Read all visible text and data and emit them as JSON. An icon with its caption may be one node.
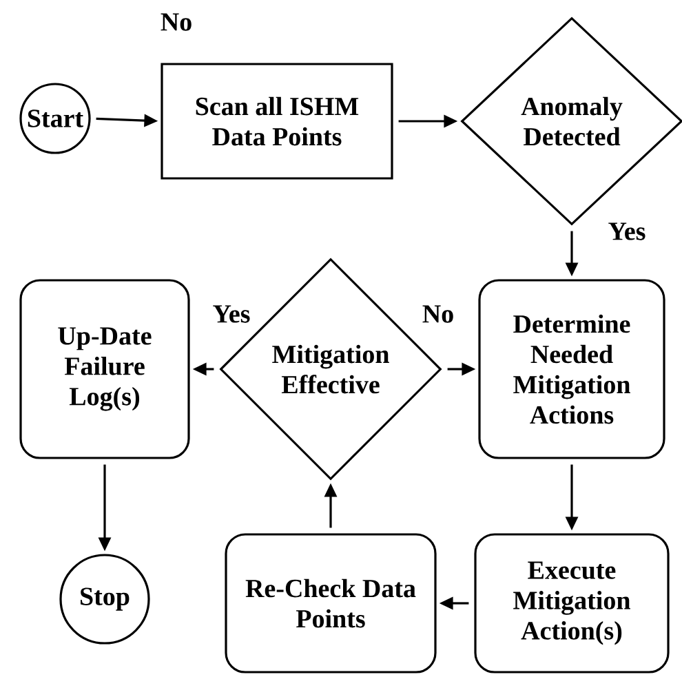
{
  "diagram": {
    "nodes": [
      {
        "text": [
          "Start"
        ]
      },
      {
        "text": [
          "Scan all ISHM Data Points"
        ]
      },
      {
        "text": [
          "Anomaly Detected"
        ]
      },
      {
        "text": [
          "Up-Date Failure Log(s)"
        ]
      },
      {
        "text": [
          "Mitigation Effective"
        ]
      },
      {
        "text": [
          "Determine Needed Mitigation Actions"
        ]
      },
      {
        "text": [
          "Stop"
        ]
      },
      {
        "text": [
          "Re-Check Data Points"
        ]
      },
      {
        "text": [
          "Execute Mitigation Action(s)"
        ]
      }
    ],
    "edges": [
      {
        "from": 0,
        "to": 1,
        "arrow": "to"
      },
      {
        "from": 1,
        "to": 2,
        "arrow": "to"
      },
      {
        "from": 2,
        "to": 5,
        "arrow": "to",
        "label": "Yes"
      },
      {
        "from": 4,
        "to": 3,
        "arrow": "to",
        "label": "Yes"
      },
      {
        "from": 4,
        "to": 5,
        "arrow": "to",
        "label": "No"
      },
      {
        "from": 3,
        "to": 6,
        "arrow": "to"
      },
      {
        "from": 5,
        "to": 8,
        "arrow": "to"
      },
      {
        "from": 8,
        "to": 7,
        "arrow": "to"
      },
      {
        "from": 7,
        "to": 4,
        "arrow": "to"
      }
    ],
    "labels": [
      "No"
    ]
  }
}
